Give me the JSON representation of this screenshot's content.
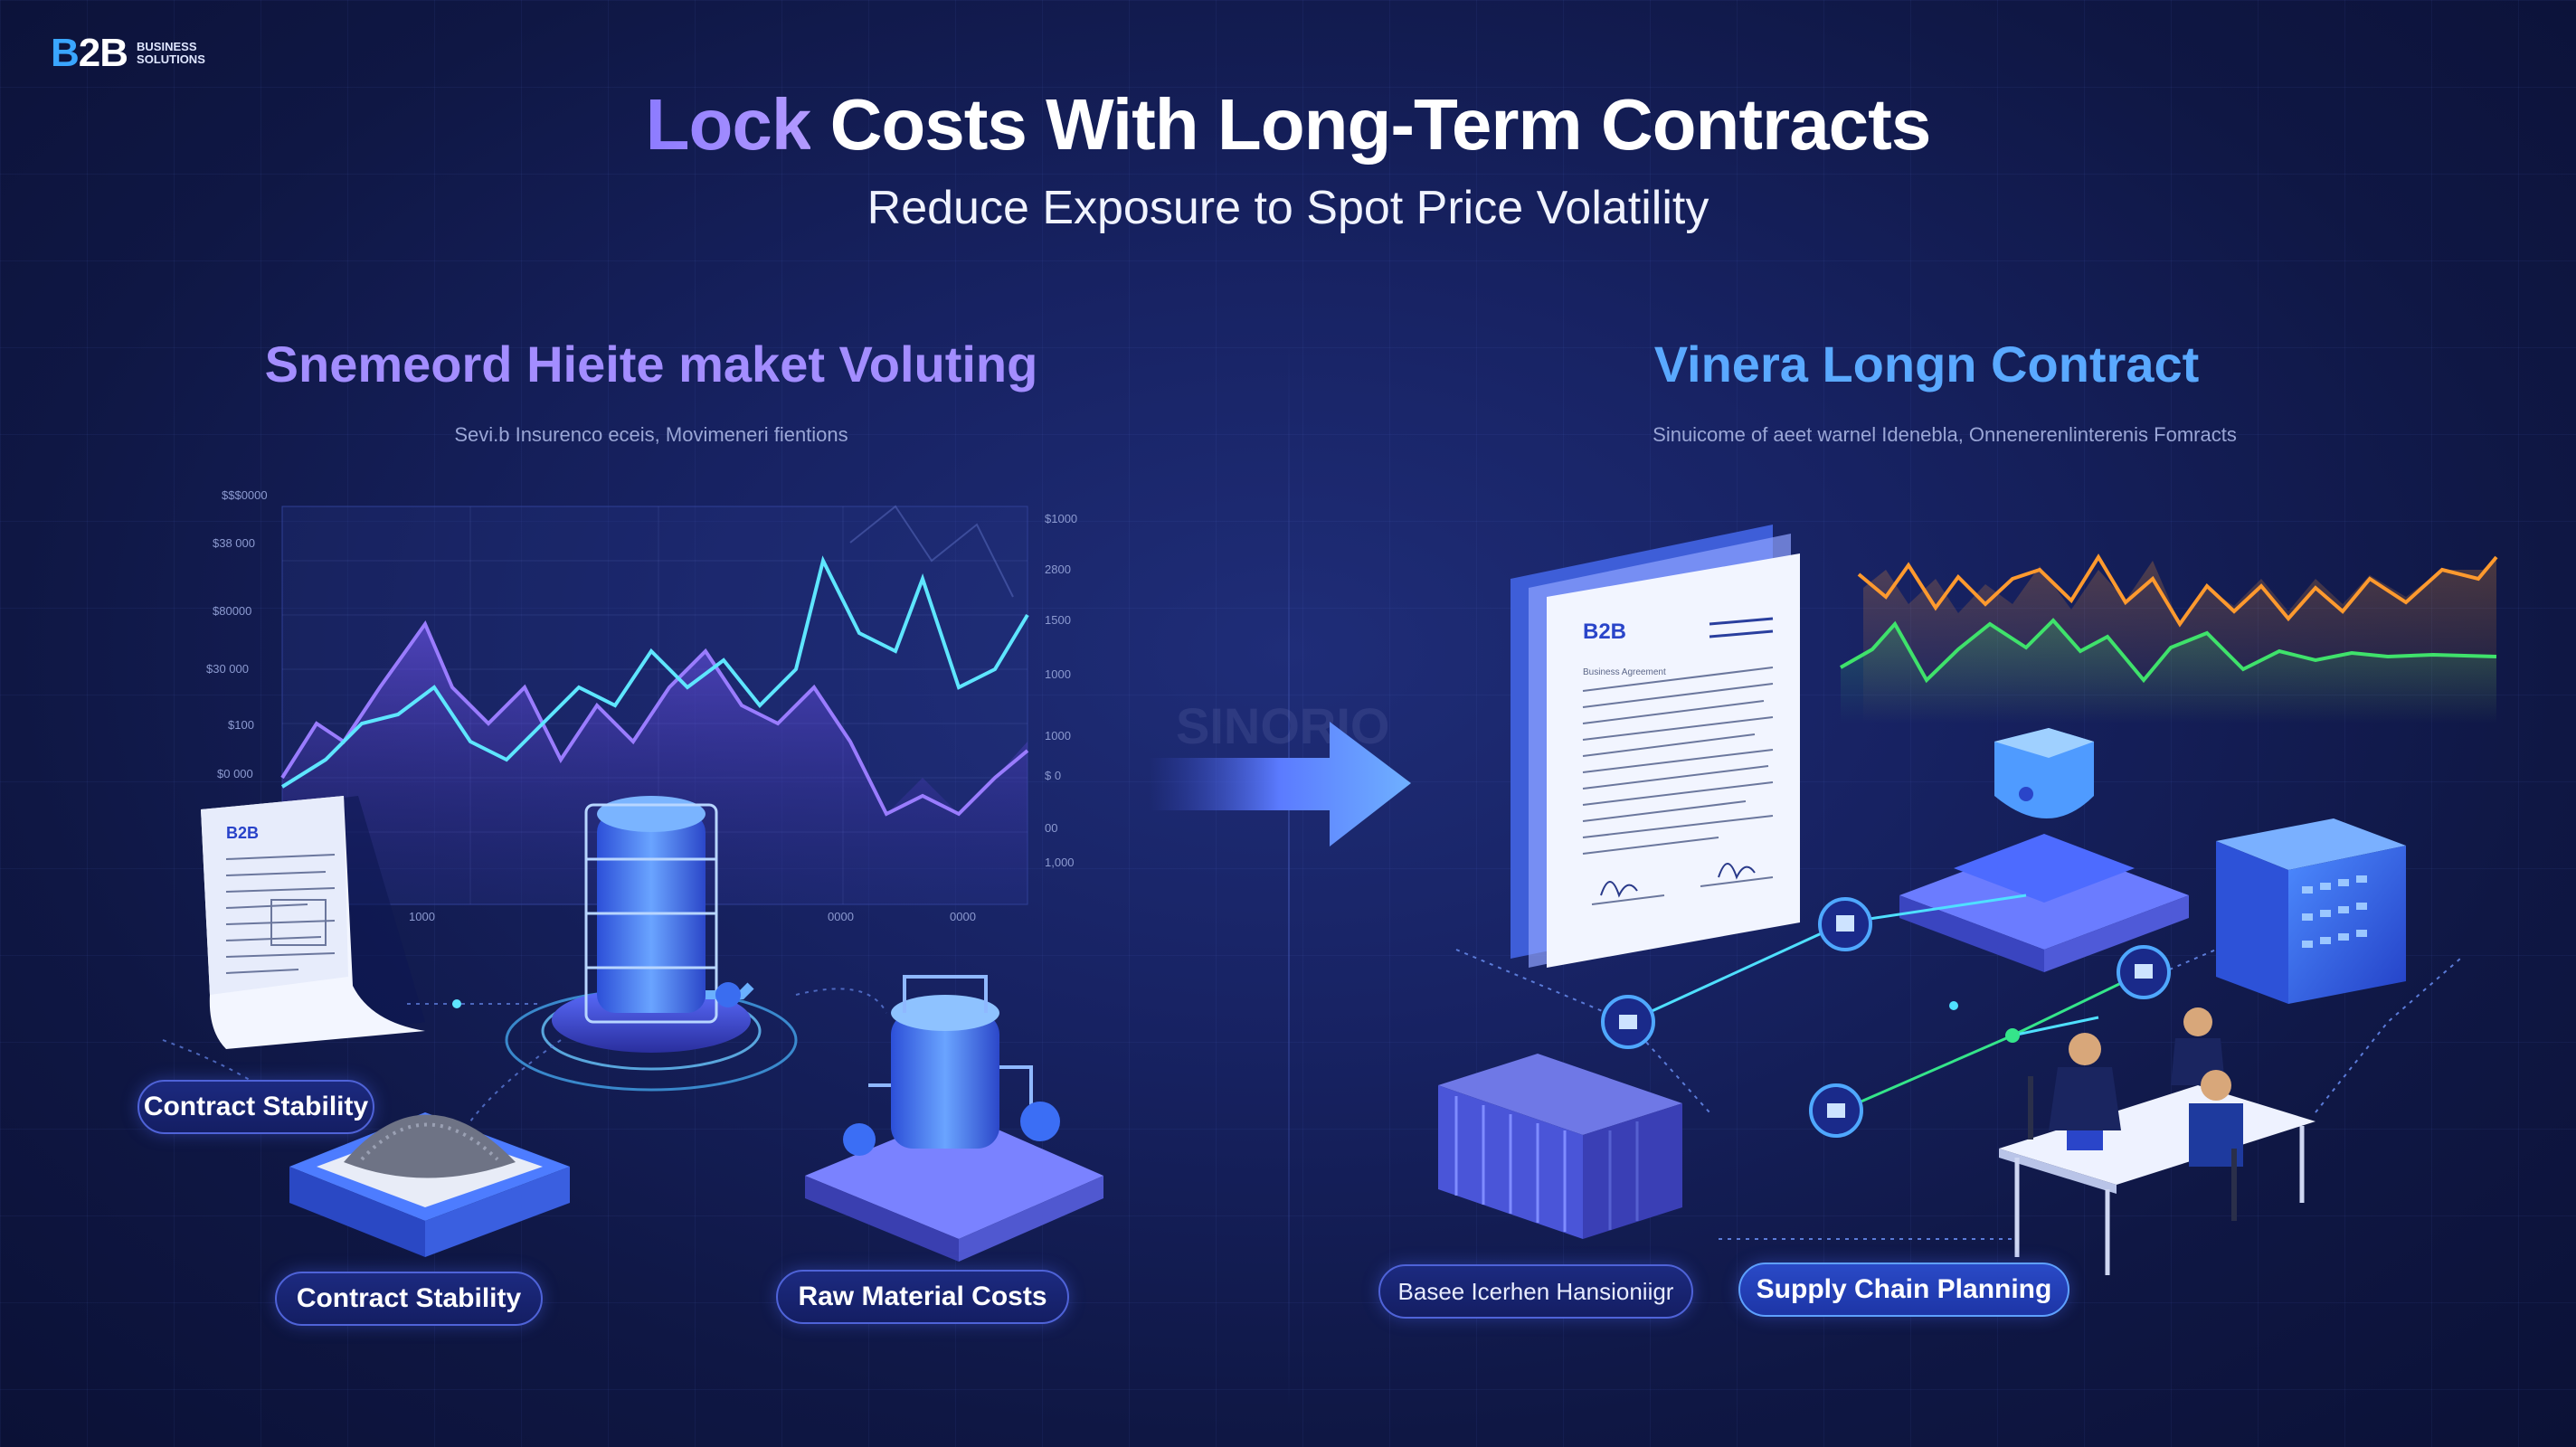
{
  "brand": {
    "logo_text": "2B",
    "logo_prefix": "B",
    "sub_line1": "BUSINESS",
    "sub_line2": "SOLUTIONS"
  },
  "title": {
    "accent": "Lock",
    "rest": "Costs With Long-Term Contracts",
    "subtitle": "Reduce Exposure to Spot Price Volatility"
  },
  "left": {
    "heading": "Snemeord Hieite maket Voluting",
    "caption": "Sevi.b Insurenco eceis, Movimeneri fientions",
    "y_ticks_left": [
      "$$$0000",
      "$38 000",
      "$80000",
      "$30 000",
      "$100",
      "$0 000"
    ],
    "y_ticks_right": [
      "$1000",
      "2800",
      "1500",
      "1000",
      "1000",
      "$ 0",
      "00",
      "1,000"
    ],
    "x_ticks": [
      "1000",
      "0000",
      "0000"
    ],
    "doc_label": "B2B",
    "pills": [
      "Contract Stability",
      "Contract Stability",
      "Raw Material Costs"
    ]
  },
  "right": {
    "heading": "Vinera Longn Contract",
    "caption": "Sinuicome of aeet warnel Idenebla, Onnenerenlinterenis Fomracts",
    "doc_label": "B2B",
    "doc_subtitle": "Business Agreement",
    "pills": [
      "Basee Icerhen Hansioniigr",
      "Supply Chain Planning"
    ]
  },
  "watermark": "SINORIO",
  "colors": {
    "accent_purple": "#8c7bff",
    "accent_blue": "#5aa9ff",
    "line_teal": "#5ee6ff",
    "line_violet": "#9a7cff",
    "line_orange": "#ff9a2e",
    "line_green": "#3fe26b",
    "pill_border": "#4f63d8"
  },
  "icons": [
    "arrow-right-icon",
    "document-icon",
    "tank-icon",
    "reactor-icon",
    "ore-pile-icon",
    "shield-icon",
    "server-icon",
    "container-icon",
    "meeting-icon",
    "network-node-icon"
  ]
}
